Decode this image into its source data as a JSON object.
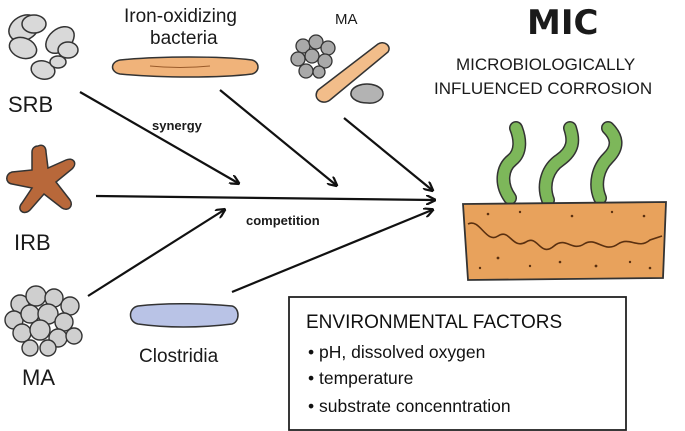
{
  "title": "MIC",
  "subtitle_line1": "MICROBIOLOGICALLY",
  "subtitle_line2": "INFLUENCED CORROSION",
  "microbes": {
    "srb": "SRB",
    "irb": "IRB",
    "ma_left": "MA",
    "iron_line1": "Iron-oxidizing",
    "iron_line2": "bacteria",
    "ma_top": "MA",
    "clostridia": "Clostridia"
  },
  "interactions": {
    "synergy": "synergy",
    "competition": "competition"
  },
  "environmental_factors": {
    "title": "ENVIRONMENTAL FACTORS",
    "items": [
      "pH, dissolved oxygen",
      "temperature",
      "substrate concenntration"
    ]
  },
  "colors": {
    "srb_fill": "#d9d9d9",
    "irb_fill": "#b8683a",
    "ma_fill": "#cfcfcf",
    "iron_bacteria_fill": "#f0b37a",
    "ma_rod_fill": "#f2bd8a",
    "clostridia_fill": "#b9c3e6",
    "worm_fill": "#7db75a",
    "metal_fill": "#e8a25c",
    "stroke": "#222222"
  }
}
